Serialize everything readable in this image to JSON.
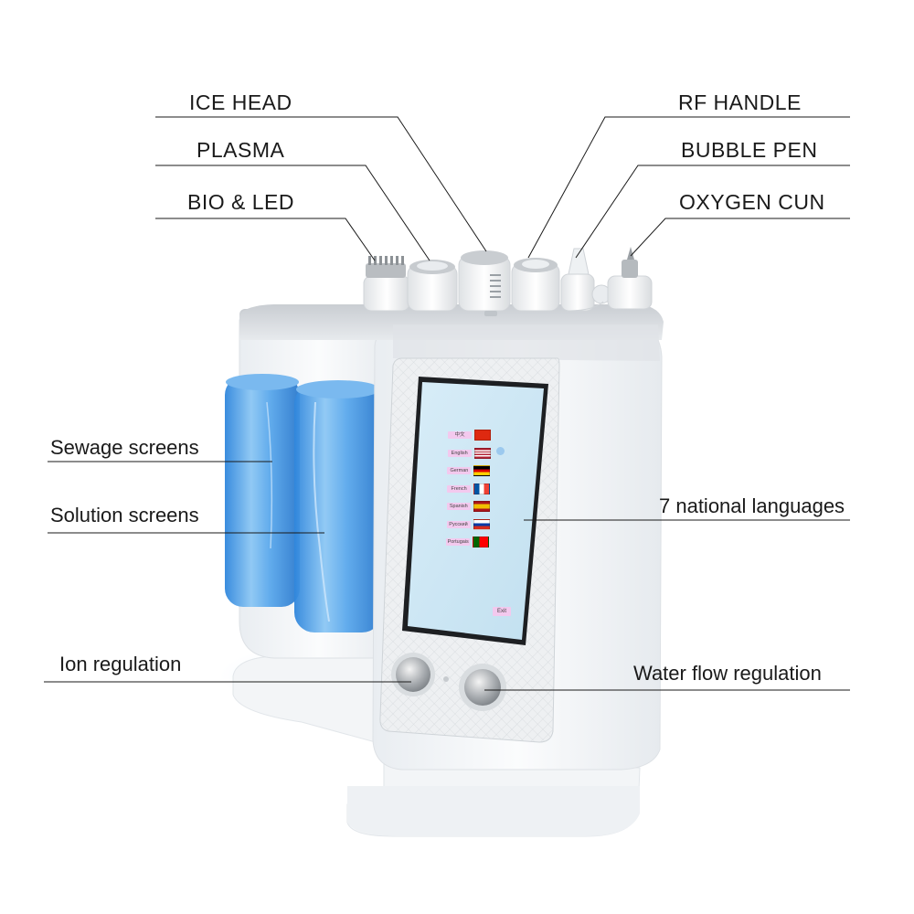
{
  "labels": {
    "ice_head": "ICE HEAD",
    "plasma": "PLASMA",
    "bio_led": "BIO & LED",
    "rf_handle": "RF HANDLE",
    "bubble_pen": "BUBBLE PEN",
    "oxygen_cun": "OXYGEN CUN",
    "sewage": "Sewage screens",
    "solution": "Solution screens",
    "languages": "7 national languages",
    "ion": "Ion regulation",
    "water": "Water flow regulation"
  },
  "screen": {
    "languages": [
      "中文",
      "English",
      "German",
      "French",
      "Spanish",
      "Русский",
      "Portugais"
    ],
    "flags": [
      "china-flag-icon",
      "usa-flag-icon",
      "germany-flag-icon",
      "france-flag-icon",
      "spain-flag-icon",
      "russia-flag-icon",
      "portugal-flag-icon"
    ],
    "exit": "Exit"
  },
  "colors": {
    "device_body": "#f4f6f8",
    "tank_blue": "#4a9be6",
    "screen_blue": "#cfe8f4",
    "line": "#1a1a1a"
  }
}
